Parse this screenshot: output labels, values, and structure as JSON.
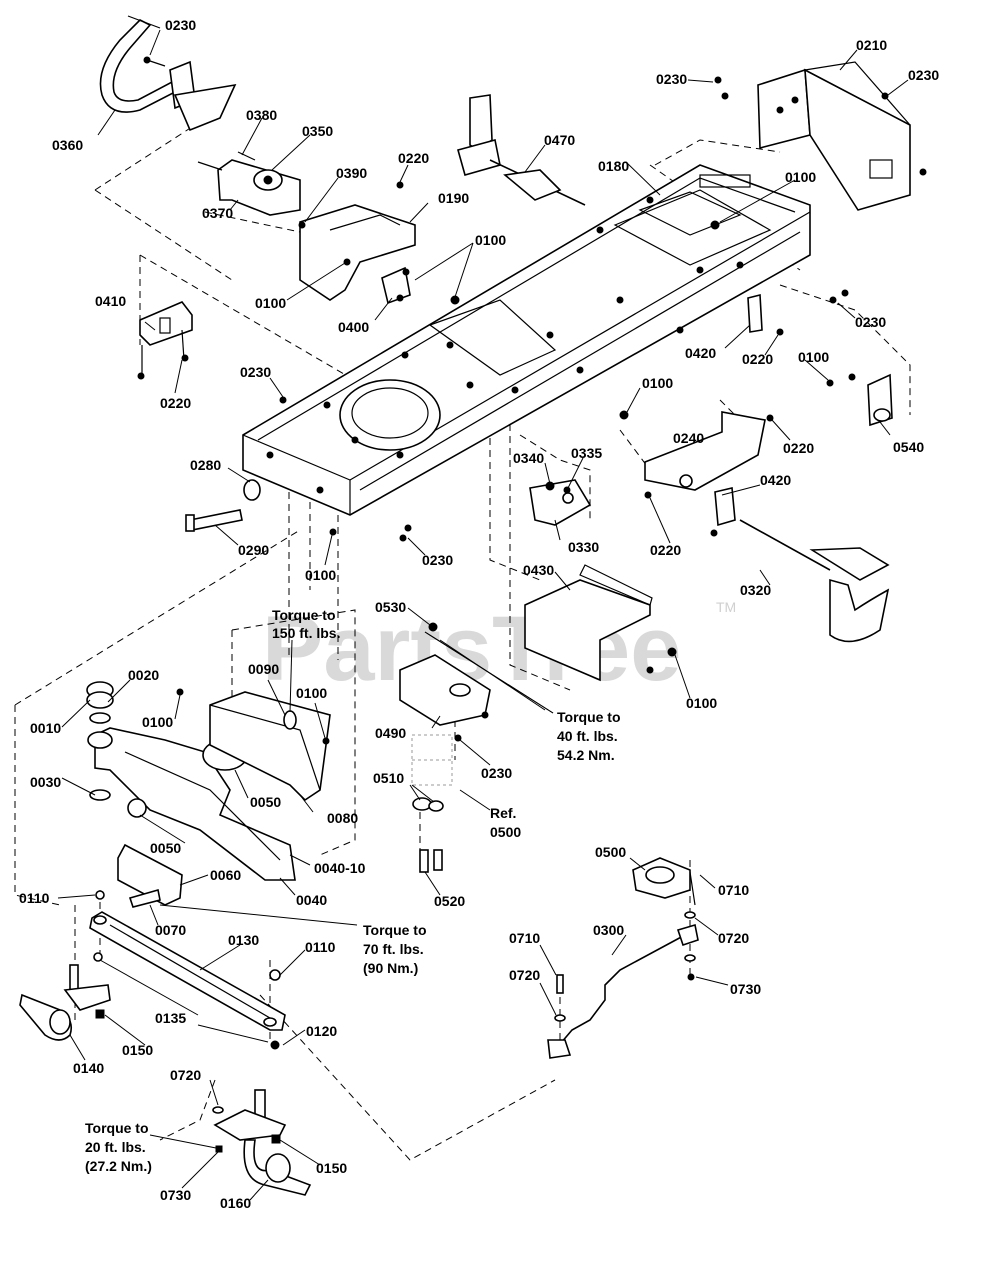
{
  "watermark": {
    "text": "PartsTree",
    "tm": "TM"
  },
  "labels": {
    "p0010": "0010",
    "p0020": "0020",
    "p0030": "0030",
    "p0040": "0040",
    "p0040_10": "0040-10",
    "p0050a": "0050",
    "p0050b": "0050",
    "p0060": "0060",
    "p0070": "0070",
    "p0080": "0080",
    "p0090": "0090",
    "p0100_a": "0100",
    "p0100_b": "0100",
    "p0100_c": "0100",
    "p0100_d": "0100",
    "p0100_e": "0100",
    "p0100_f": "0100",
    "p0100_g": "0100",
    "p0100_h": "0100",
    "p0100_i": "0100",
    "p0110_a": "0110",
    "p0110_b": "0110",
    "p0120": "0120",
    "p0130": "0130",
    "p0135": "0135",
    "p0140": "0140",
    "p0150_a": "0150",
    "p0150_b": "0150",
    "p0160": "0160",
    "p0180": "0180",
    "p0190": "0190",
    "p0210": "0210",
    "p0220_a": "0220",
    "p0220_b": "0220",
    "p0220_c": "0220",
    "p0220_d": "0220",
    "p0220_e": "0220",
    "p0230_a": "0230",
    "p0230_b": "0230",
    "p0230_c": "0230",
    "p0230_d": "0230",
    "p0230_e": "0230",
    "p0230_f": "0230",
    "p0230_g": "0230",
    "p0240": "0240",
    "p0280": "0280",
    "p0290": "0290",
    "p0300": "0300",
    "p0320": "0320",
    "p0330": "0330",
    "p0335": "0335",
    "p0340": "0340",
    "p0350": "0350",
    "p0360": "0360",
    "p0370": "0370",
    "p0380": "0380",
    "p0390": "0390",
    "p0400": "0400",
    "p0410": "0410",
    "p0420_a": "0420",
    "p0420_b": "0420",
    "p0430": "0430",
    "p0470": "0470",
    "p0490": "0490",
    "p0500": "0500",
    "p0510": "0510",
    "p0520": "0520",
    "p0530": "0530",
    "p0540": "0540",
    "p0710_a": "0710",
    "p0710_b": "0710",
    "p0720_a": "0720",
    "p0720_b": "0720",
    "p0720_c": "0720",
    "p0730_a": "0730",
    "p0730_b": "0730"
  },
  "notes": {
    "torque150": [
      "Torque to",
      "150 ft. lbs."
    ],
    "torque40": [
      "Torque to",
      "40 ft. lbs.",
      "54.2 Nm."
    ],
    "ref0500": [
      "Ref.",
      "0500"
    ],
    "torque70": [
      "Torque to",
      "70 ft. lbs.",
      "(90 Nm.)"
    ],
    "torque20": [
      "Torque to",
      "20 ft. lbs.",
      "(27.2 Nm.)"
    ]
  }
}
